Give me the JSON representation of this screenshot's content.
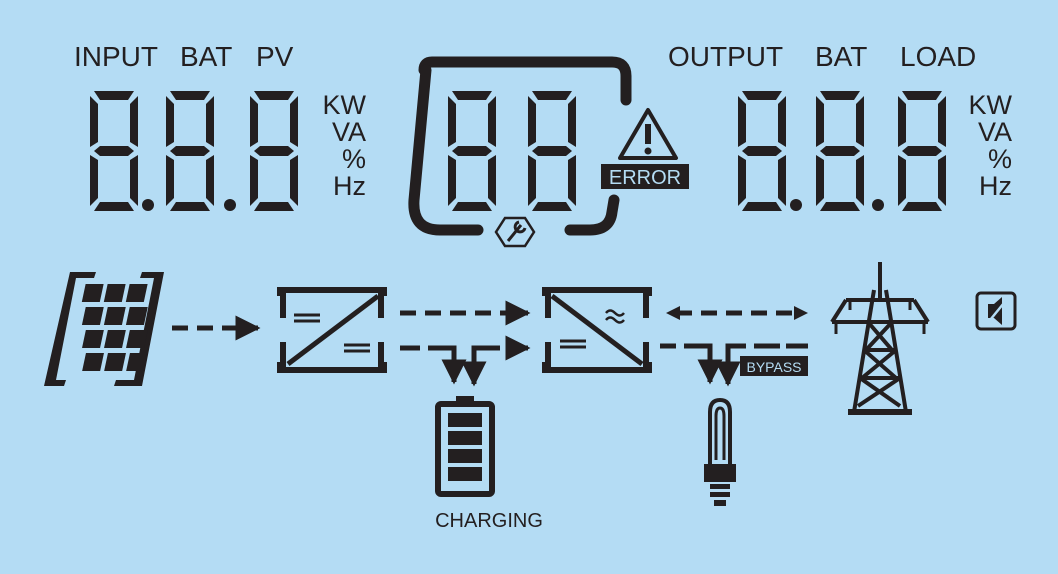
{
  "input": {
    "labels": [
      "INPUT",
      "BAT",
      "PV"
    ],
    "units": [
      "KW",
      "VA",
      "%",
      "Hz"
    ]
  },
  "center": {
    "error_label": "ERROR"
  },
  "output": {
    "labels": [
      "OUTPUT",
      "BAT",
      "LOAD"
    ],
    "units": [
      "KW",
      "VA",
      "%",
      "Hz"
    ]
  },
  "flow": {
    "bypass_label": "BYPASS",
    "charging_label": "CHARGING"
  },
  "icons": [
    "solar-panel-icon",
    "dc-dc-converter-icon",
    "inverter-icon",
    "battery-icon",
    "bulb-icon",
    "power-tower-icon",
    "mute-icon",
    "warning-icon",
    "wrench-icon"
  ]
}
